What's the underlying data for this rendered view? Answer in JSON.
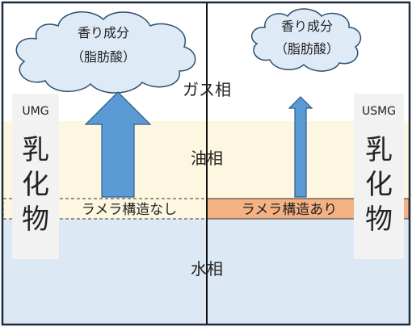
{
  "phases": {
    "gas": "ガス相",
    "oil": "油相",
    "water": "水相"
  },
  "layer_labels": {
    "without_lamellar": "ラメラ構造なし",
    "with_lamellar": "ラメラ構造あり"
  },
  "left_panel": {
    "sample_code": "UMG",
    "vertical_label": [
      "乳",
      "化",
      "物"
    ],
    "cloud_line1": "香り成分",
    "cloud_line2": "（脂肪酸）",
    "release_level": "high"
  },
  "right_panel": {
    "sample_code": "USMG",
    "vertical_label": [
      "乳",
      "化",
      "物"
    ],
    "cloud_line1": "香り成分",
    "cloud_line2": "（脂肪酸）",
    "release_level": "low"
  },
  "colors": {
    "oil_phase": "#fdf6e0",
    "water_phase": "#dde8f5",
    "lamellar_band": "#f4b183",
    "cloud_fill": "#deebf7",
    "arrow_fill": "#5b9bd5",
    "label_box": "#f2f2f2",
    "border": "#1f2d3d"
  }
}
